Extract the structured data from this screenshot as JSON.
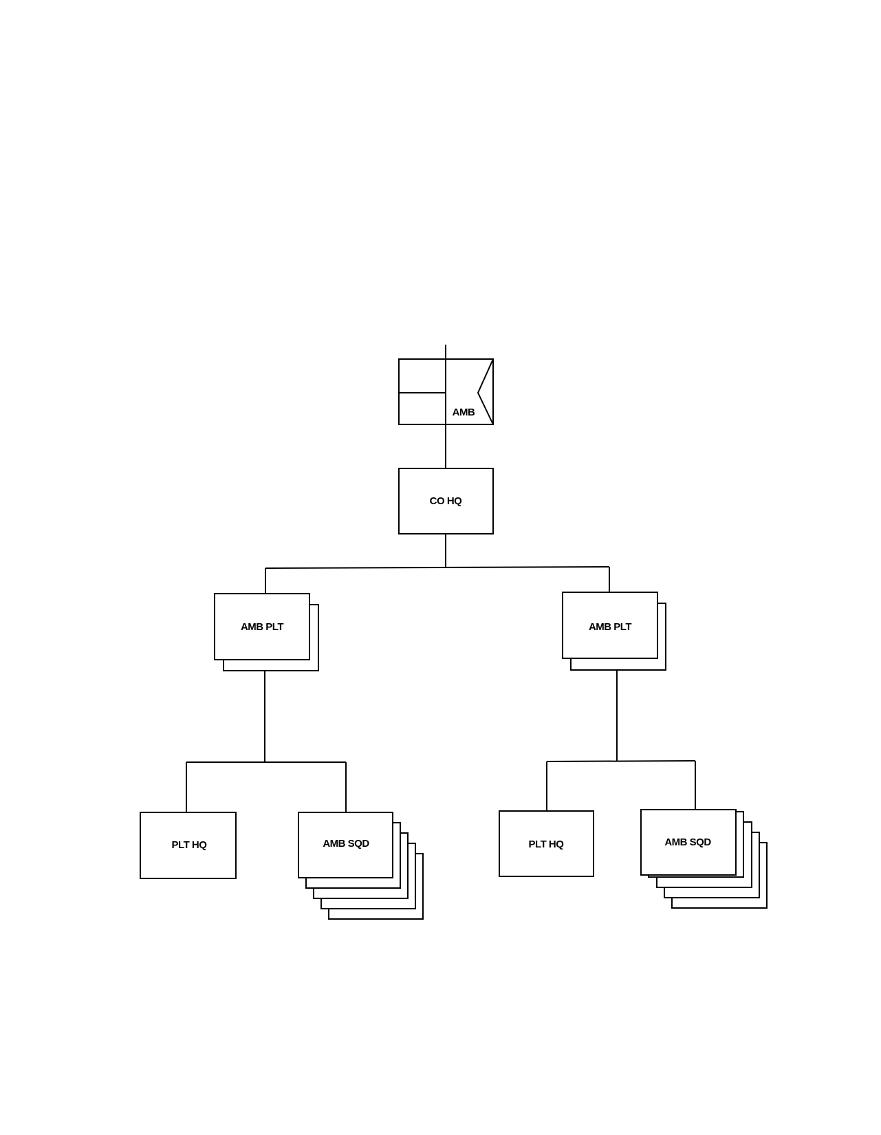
{
  "diagram": {
    "unit_symbol": {
      "label": "AMB"
    },
    "company_hq": {
      "label": "CO HQ"
    },
    "platoons": [
      {
        "label": "AMB PLT",
        "children": [
          {
            "label": "PLT HQ"
          },
          {
            "label": "AMB SQD"
          }
        ]
      },
      {
        "label": "AMB PLT",
        "children": [
          {
            "label": "PLT HQ"
          },
          {
            "label": "AMB SQD"
          }
        ]
      }
    ]
  }
}
